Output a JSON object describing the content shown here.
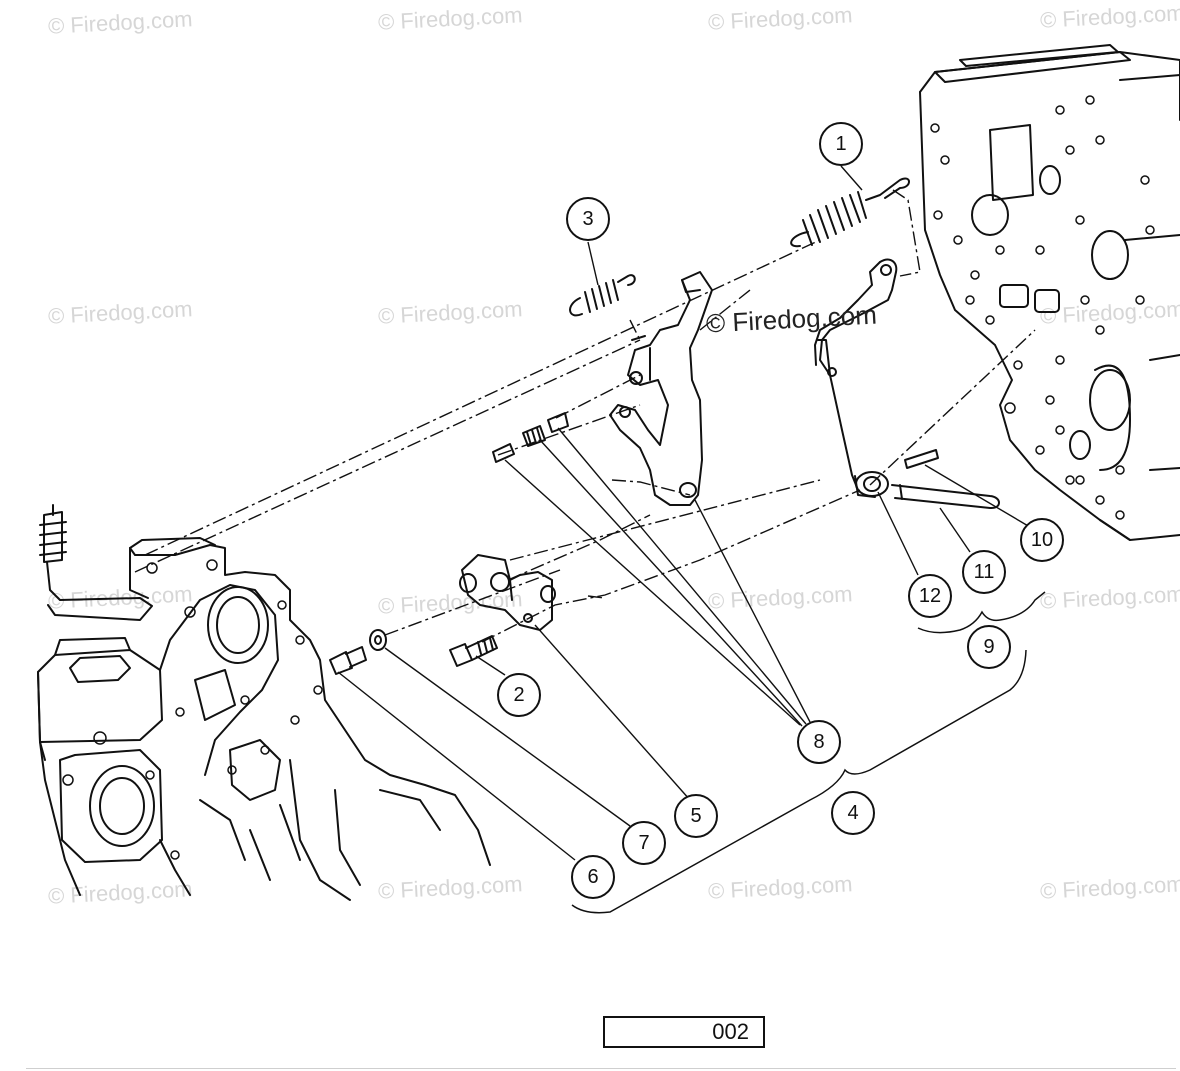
{
  "watermark": "© Firedog.com",
  "callouts": [
    "1",
    "2",
    "3",
    "4",
    "5",
    "6",
    "7",
    "8",
    "9",
    "10",
    "11",
    "12"
  ],
  "figure_number": "002"
}
